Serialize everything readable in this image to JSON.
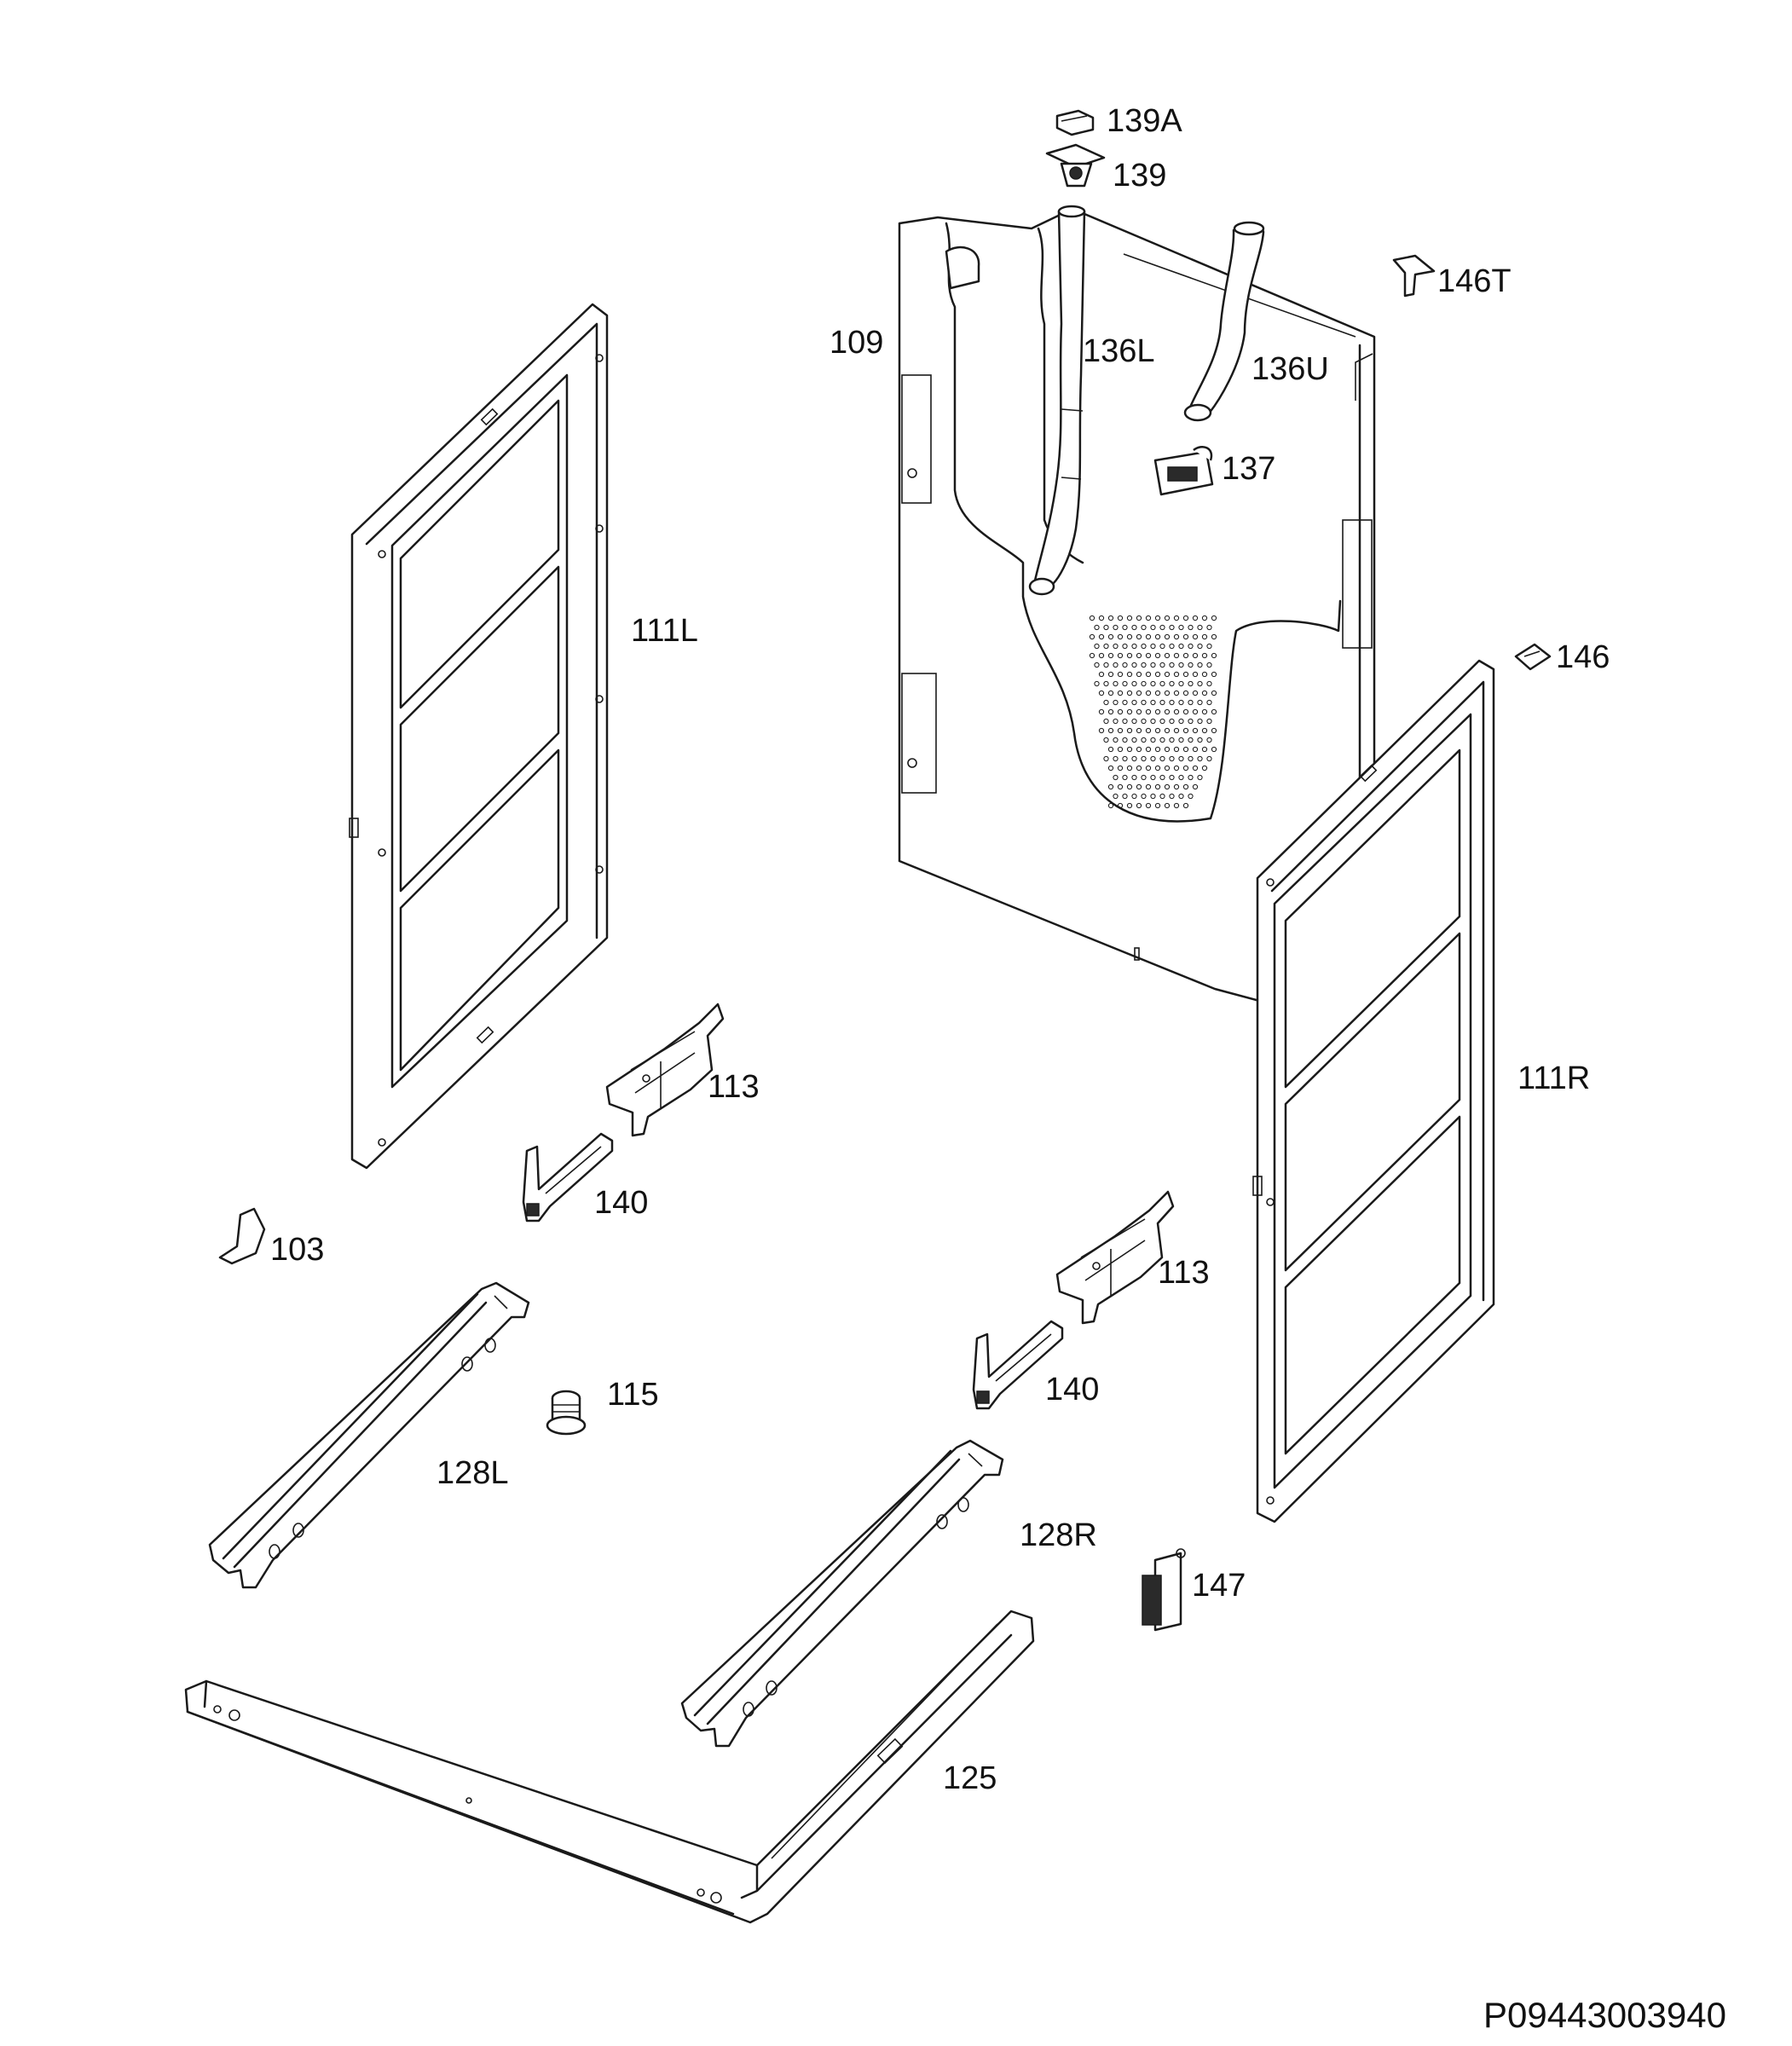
{
  "diagram": {
    "drawing_code": "P09443003940",
    "parts": [
      {
        "id": "139a",
        "label": "139A"
      },
      {
        "id": "139",
        "label": "139"
      },
      {
        "id": "146t",
        "label": "146T"
      },
      {
        "id": "109",
        "label": "109"
      },
      {
        "id": "136l",
        "label": "136L"
      },
      {
        "id": "136u",
        "label": "136U"
      },
      {
        "id": "137",
        "label": "137"
      },
      {
        "id": "111l",
        "label": "111L"
      },
      {
        "id": "146",
        "label": "146"
      },
      {
        "id": "113a",
        "label": "113"
      },
      {
        "id": "111r",
        "label": "111R"
      },
      {
        "id": "140a",
        "label": "140"
      },
      {
        "id": "103",
        "label": "103"
      },
      {
        "id": "113b",
        "label": "113"
      },
      {
        "id": "115",
        "label": "115"
      },
      {
        "id": "140b",
        "label": "140"
      },
      {
        "id": "128l",
        "label": "128L"
      },
      {
        "id": "128r",
        "label": "128R"
      },
      {
        "id": "147",
        "label": "147"
      },
      {
        "id": "125",
        "label": "125"
      }
    ]
  }
}
